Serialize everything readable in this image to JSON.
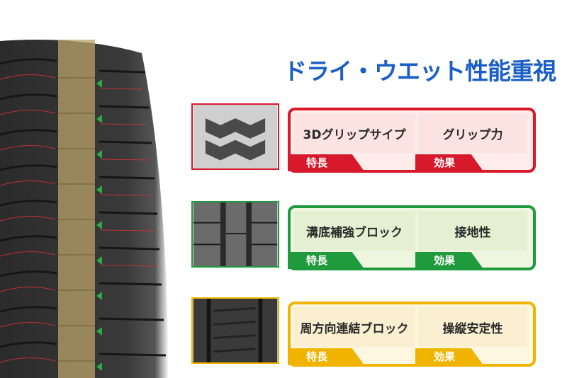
{
  "heading": "ドライ・ウエット性能重視",
  "rows": [
    {
      "feature": "3Dグリップサイプ",
      "effect": "グリップ力",
      "feature_tag": "特長",
      "effect_tag": "効果",
      "accent": "#d8192b",
      "fill": "#fdecea",
      "cell_fill": "#fbe3e1",
      "image": "3d-sipe-thumbnail"
    },
    {
      "feature": "溝底補強ブロック",
      "effect": "接地性",
      "feature_tag": "特長",
      "effect_tag": "効果",
      "accent": "#1f9a3c",
      "fill": "#eef6e0",
      "cell_fill": "#e4f0d2",
      "image": "groove-block-thumbnail"
    },
    {
      "feature": "周方向連結ブロック",
      "effect": "操縦安定性",
      "feature_tag": "特長",
      "effect_tag": "効果",
      "accent": "#f0b400",
      "fill": "#fdf6e0",
      "cell_fill": "#faefd0",
      "image": "connected-block-thumbnail"
    }
  ]
}
